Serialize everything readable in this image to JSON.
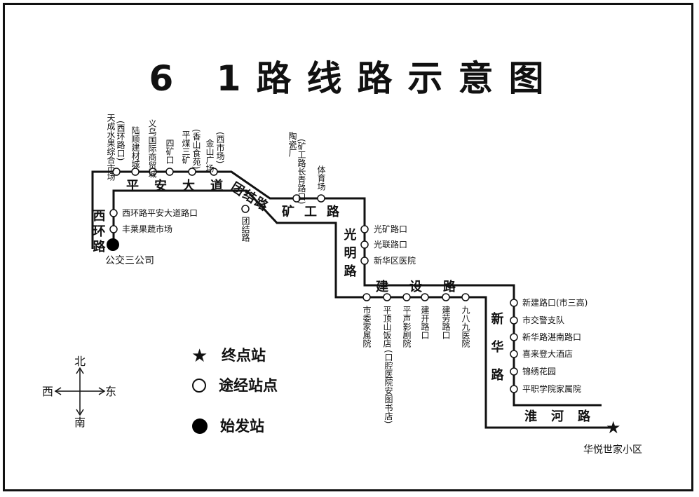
{
  "title": "6 1路线路示意图",
  "terminals": {
    "start": "公交三公司",
    "end": "华悦世家小区"
  },
  "roads": {
    "pingan": "平安大道",
    "tuanjie": "团结路",
    "kuanggong": "矿工路",
    "guangming": "光明路",
    "jianshe": "建设路",
    "xinhua": "新华路",
    "huaihe": "淮河路",
    "xihuan": "西环路"
  },
  "stops": {
    "tiancheng": "天成水果综合市场",
    "tiancheng_note": "(西环路口)",
    "lushun": "陆顺建材城",
    "yiwu": "义乌国际商贸城",
    "sikuang": "四矿口",
    "pingmei": "平煤三矿",
    "pingmei_note": "(香山食苑)",
    "jinshan": "金山广场",
    "jinshan_note": "(西市场)",
    "taoci": "陶瓷厂",
    "taoci_note": "(矿工路长青路口)",
    "tiyu": "体育场",
    "tuanjie_stop": "团结路",
    "xihuan_pingan": "西环路平安大道路口",
    "fenglai": "丰莱果蔬市场",
    "guangkuang": "光矿路口",
    "guanglian": "光联路口",
    "xinhuaqu": "新华区医院",
    "shiwei": "市委家属院",
    "pingdingshan": "平顶山饭店",
    "pingdingshan_note": "(口腔医院安图书店)",
    "pingsheng": "平声影剧院",
    "jiankai": "建开路口",
    "jianlao": "建劳路口",
    "jiubajiu": "九八九医院",
    "xinjian": "新建路口(市三高)",
    "shijiaojing": "市交警支队",
    "xinhua_zhannan": "新华路湛南路口",
    "xilaideng": "喜来登大酒店",
    "jinxiu": "锦绣花园",
    "pingzhi": "平职学院家属院"
  },
  "legend": {
    "terminal": "终点站",
    "via": "途经站点",
    "origin": "始发站"
  },
  "compass": {
    "north": "北",
    "south": "南",
    "east": "东",
    "west": "西"
  }
}
